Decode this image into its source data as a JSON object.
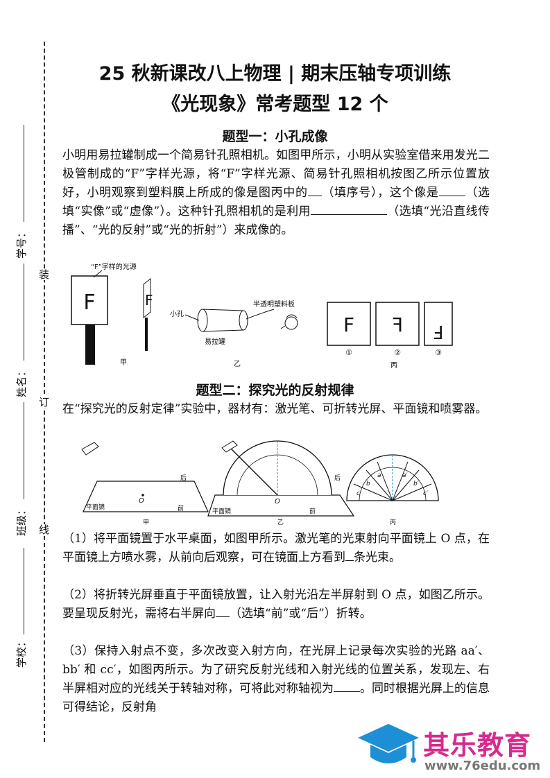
{
  "margin": {
    "binding": [
      "装",
      "订",
      "线"
    ],
    "fields": {
      "id": "学号：",
      "name": "姓名：",
      "class": "班级：",
      "school": "学校："
    }
  },
  "header": {
    "title": "25 秋新课改八上物理 | 期末压轴专项训练",
    "subtitle": "《光现象》常考题型 12 个"
  },
  "section1": {
    "heading": "题型一：小孔成像",
    "text_a": "小明用易拉罐制成一个简易针孔照相机。如图甲所示，小明从实验室借来用发光二极管制成的“F”字样光源，将“F”字样光源、简易针孔照相机按图乙所示位置放好，小明观察到塑料膜上所成的像是图丙中的",
    "text_b": "（填序号），这个像是",
    "text_c": "（选填“实像”或“虚像”）。这种针孔照相机的是利用",
    "text_d": "（选填“光沿直线传播”、“光的反射”或“光的折射”）来成像的。",
    "figure": {
      "letter": "F",
      "source_label": "“F”字样的光源",
      "membrane_label": "半透明塑料板",
      "hole_label": "小孔",
      "can_label": "易拉罐",
      "captions": [
        "甲",
        "乙",
        "丙"
      ],
      "options": [
        "①",
        "②",
        "③"
      ]
    }
  },
  "section2": {
    "heading": "题型二：探究光的反射规律",
    "intro": "在“探究光的反射定律”实验中，器材有：激光笔、可折转光屏、平面镜和喷雾器。",
    "figure": {
      "mirror": "平面镜",
      "front": "前",
      "back": "后",
      "point": "O",
      "captions": [
        "甲",
        "乙",
        "丙"
      ],
      "ray_labels": [
        "a",
        "b",
        "c",
        "a′",
        "b′",
        "c′"
      ]
    },
    "q1_a": "（1）将平面镜置于水平桌面，如图甲所示。激光笔的光束射向平面镜上 O 点，在平面镜上方喷水雾，从前向后观察，可在镜面上方看到",
    "q1_b": "条光束。",
    "q2_a": "（2）将折转光屏垂直于平面镜放置，让入射光沿左半屏射到 O 点，如图乙所示。要呈现反射光，需将右半屏向",
    "q2_b": "（选填“前”或“后”）折转。",
    "q3_a": "（3）保持入射点不变，多次改变入射方向，在光屏上记录每次实验的光路 aa′、bb′ 和 cc′，如图丙所示。为了研究反射光线和入射光线的位置关系，发现左、右半屏相对应的光线关于转轴对称，可将此对称轴视为",
    "q3_b": "。同时根据光屏上的信息可得结论，反射角"
  },
  "logo": {
    "name": "其乐教育",
    "url": "www.76edu.com",
    "color": "#d62b8c",
    "cap_color": "#1d8fd6"
  }
}
